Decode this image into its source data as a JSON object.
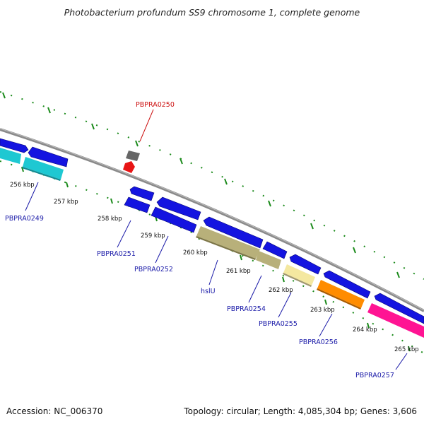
{
  "title": "Photobacterium profundum SS9 chromosome 1, complete genome",
  "footer": {
    "accession": "Accession: NC_006370",
    "topology": "Topology: circular; Length: 4,085,304 bp; Genes: 3,606"
  },
  "colors": {
    "backbone": "#8a8a8a",
    "tick": "#1a8a1a",
    "gene_blue": "#1414e0",
    "label_blue": "#1a1aa8",
    "label_red": "#cc1111"
  },
  "ticks": [
    {
      "label": "256 kbp"
    },
    {
      "label": "257 kbp"
    },
    {
      "label": "258 kbp"
    },
    {
      "label": "259 kbp"
    },
    {
      "label": "260 kbp"
    },
    {
      "label": "261 kbp"
    },
    {
      "label": "262 kbp"
    },
    {
      "label": "263 kbp"
    },
    {
      "label": "264 kbp"
    },
    {
      "label": "265 kbp"
    }
  ],
  "genes": [
    {
      "name": "PBPRA0249",
      "color": "#1ec8d2"
    },
    {
      "name": "PBPRA0250",
      "color": "#e81414"
    },
    {
      "name": "PBPRA0251",
      "color": "#1414e0"
    },
    {
      "name": "PBPRA0252",
      "color": "#1414e0"
    },
    {
      "name": "hslU",
      "color": "#b8b07a"
    },
    {
      "name": "PBPRA0254",
      "color": "#b8b07a"
    },
    {
      "name": "PBPRA0255",
      "color": "#f4e8a0"
    },
    {
      "name": "PBPRA0256",
      "color": "#ff8c00"
    },
    {
      "name": "PBPRA0257",
      "color": "#ff1493"
    }
  ]
}
